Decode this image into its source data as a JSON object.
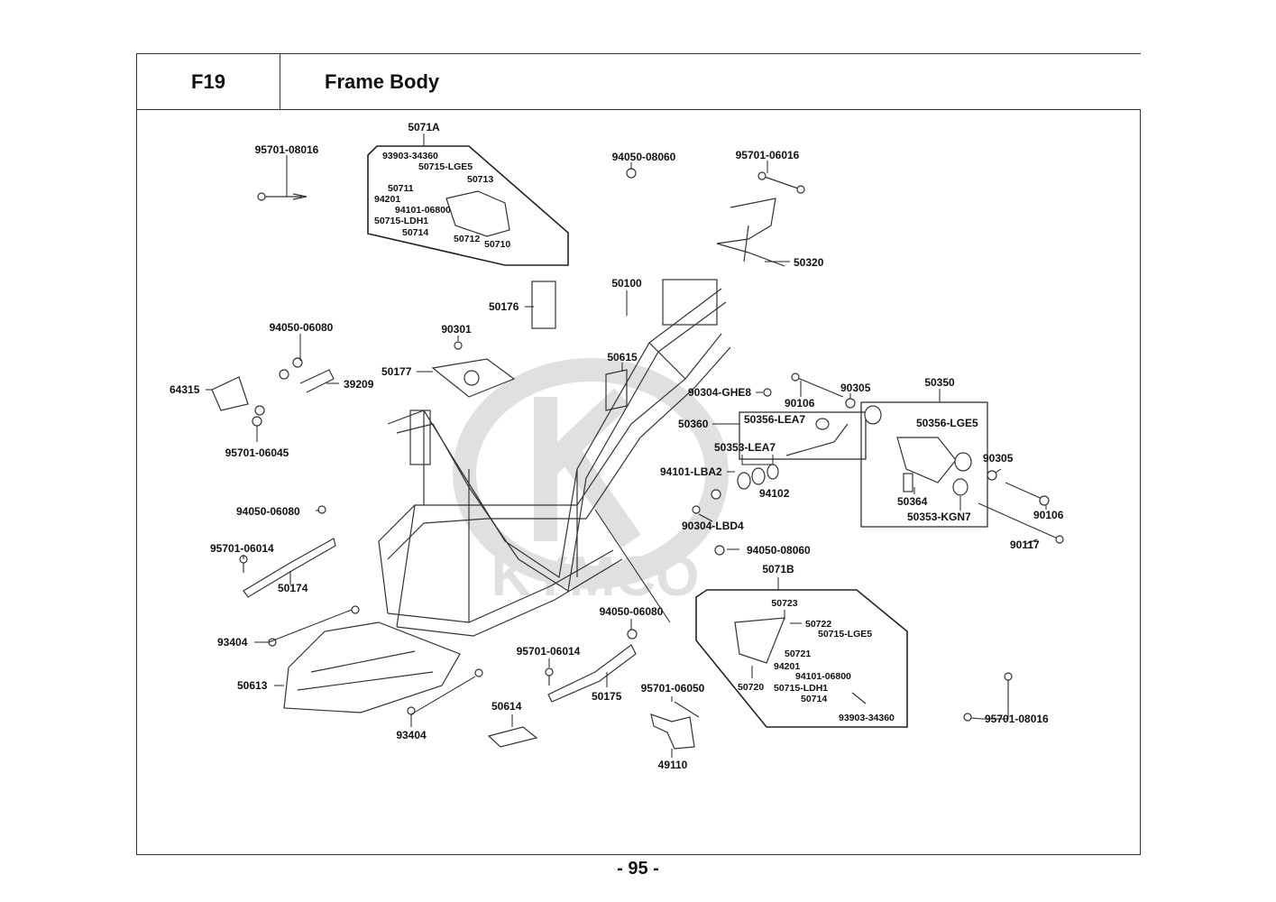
{
  "header": {
    "code": "F19",
    "title": "Frame Body"
  },
  "page_number": "- 95 -",
  "watermark": "KYMCO",
  "groups": {
    "g5071A": "5071A",
    "g5071B": "5071B",
    "g50350": "50350",
    "g50360": "50360"
  },
  "labels": {
    "l_95701_08016_a": "95701-08016",
    "l_93903_34360_a": "93903-34360",
    "l_50715_LGE5_a": "50715-LGE5",
    "l_50711": "50711",
    "l_50713": "50713",
    "l_94201_a": "94201",
    "l_94101_06800_a": "94101-06800",
    "l_50715_LDH1_a": "50715-LDH1",
    "l_50714_a": "50714",
    "l_50712": "50712",
    "l_50710": "50710",
    "l_94050_08060_a": "94050-08060",
    "l_95701_06016": "95701-06016",
    "l_50320": "50320",
    "l_50100": "50100",
    "l_50176": "50176",
    "l_90301": "90301",
    "l_94050_06080_a": "94050-06080",
    "l_50177": "50177",
    "l_39209": "39209",
    "l_64315": "64315",
    "l_95701_06045": "95701-06045",
    "l_50615": "50615",
    "l_90304_GHE8": "90304-GHE8",
    "l_90305_a": "90305",
    "l_90106_a": "90106",
    "l_50356_LEA7": "50356-LEA7",
    "l_50356_LGE5": "50356-LGE5",
    "l_50353_LEA7": "50353-LEA7",
    "l_94101_LBA2": "94101-LBA2",
    "l_94102": "94102",
    "l_90305_b": "90305",
    "l_50364": "50364",
    "l_50353_KGN7": "50353-KGN7",
    "l_90106_b": "90106",
    "l_90117": "90117",
    "l_90304_LBD4": "90304-LBD4",
    "l_94050_06080_b": "94050-06080",
    "l_95701_06014_a": "95701-06014",
    "l_50174": "50174",
    "l_94050_08060_b": "94050-08060",
    "l_50723": "50723",
    "l_50722": "50722",
    "l_50715_LGE5_b": "50715-LGE5",
    "l_50721": "50721",
    "l_94201_b": "94201",
    "l_94101_06800_b": "94101-06800",
    "l_50720": "50720",
    "l_50715_LDH1_b": "50715-LDH1",
    "l_50714_b": "50714",
    "l_93903_34360_b": "93903-34360",
    "l_94050_06080_c": "94050-06080",
    "l_93404_a": "93404",
    "l_50613": "50613",
    "l_95701_06014_b": "95701-06014",
    "l_50175": "50175",
    "l_95701_06050": "95701-06050",
    "l_50614": "50614",
    "l_93404_b": "93404",
    "l_49110": "49110",
    "l_95701_08016_b": "95701-08016"
  }
}
